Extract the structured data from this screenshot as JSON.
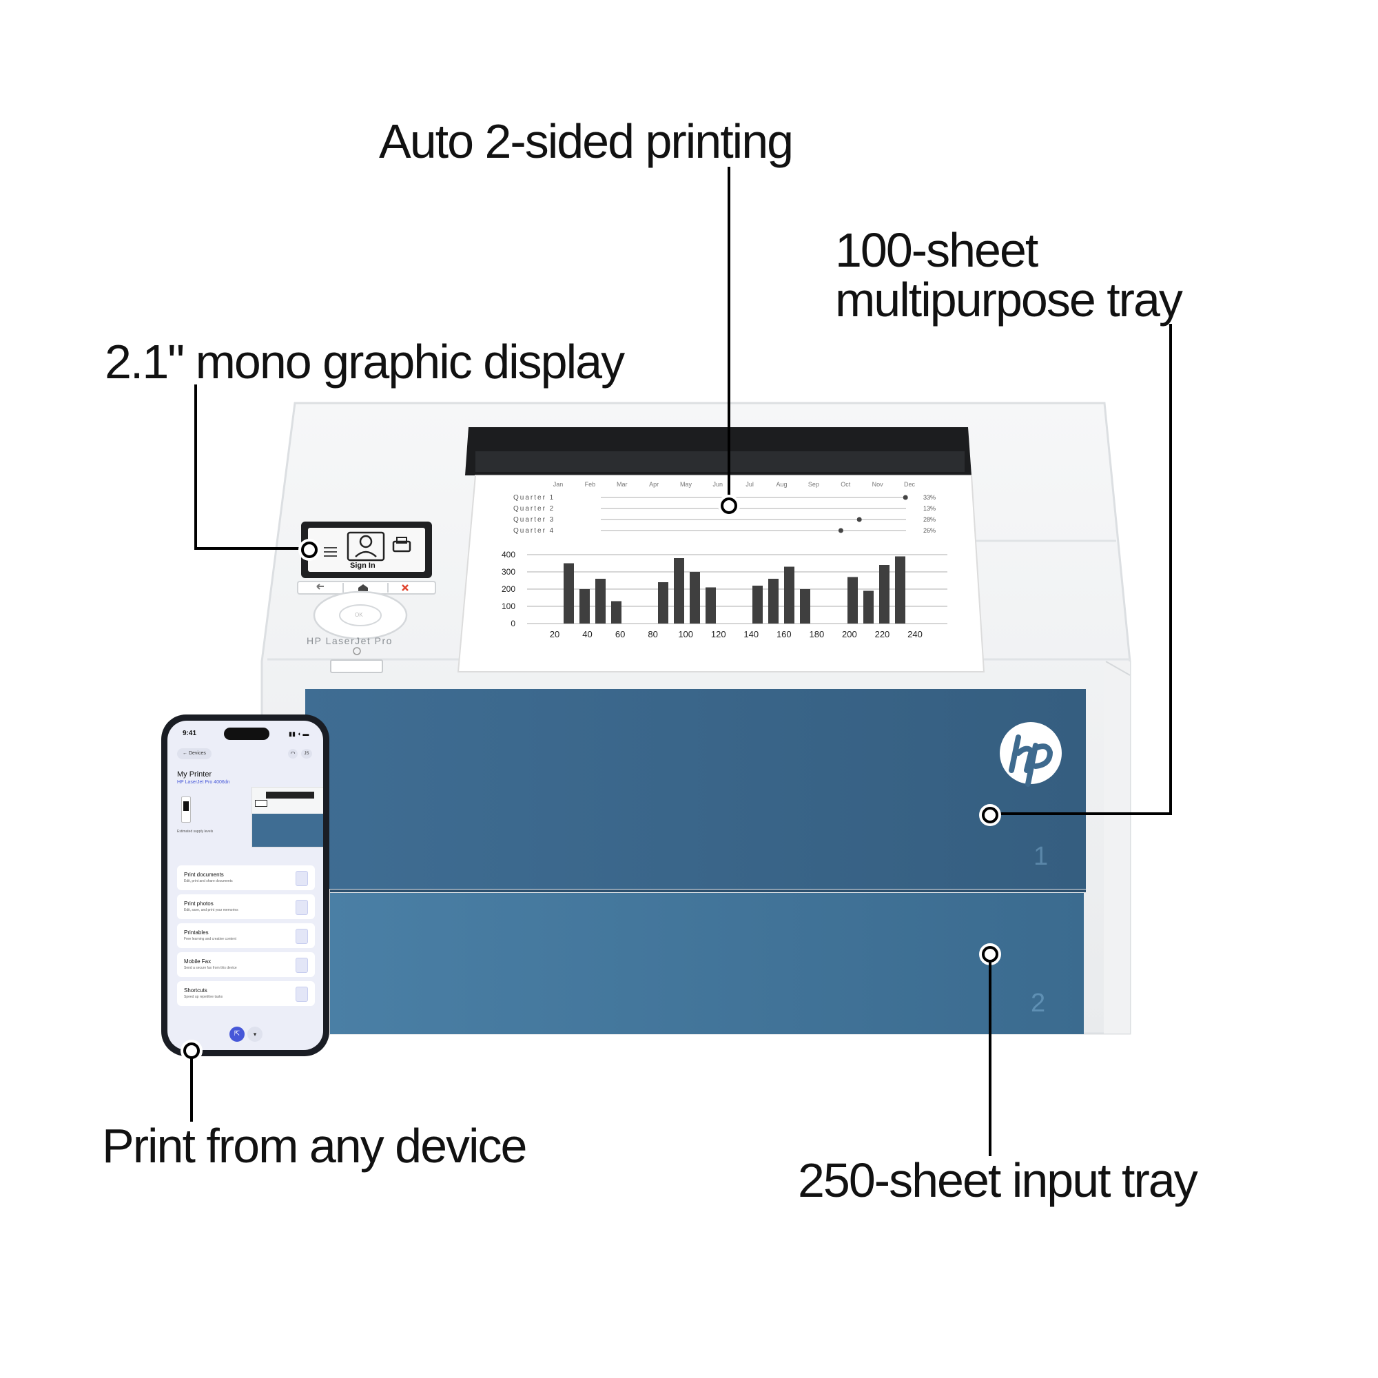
{
  "callouts": {
    "duplex": "Auto 2-sided printing",
    "mp_tray": [
      "100-sheet",
      "multipurpose tray"
    ],
    "display": "2.1\" mono graphic display",
    "any_device": "Print from any device",
    "input_tray": "250-sheet input tray"
  },
  "printer": {
    "model_label": "HP LaserJet Pro",
    "logo": "hp",
    "tray_numbers": [
      "1",
      "2"
    ],
    "display_text": "Sign In",
    "ok_label": "OK"
  },
  "paper_chart": {
    "months": [
      "Jan",
      "Feb",
      "Mar",
      "Apr",
      "May",
      "Jun",
      "Jul",
      "Aug",
      "Sep",
      "Oct",
      "Nov",
      "Dec"
    ],
    "rows": [
      {
        "label": "Quarter 1",
        "pct": "33%",
        "value": 0.33
      },
      {
        "label": "Quarter 2",
        "pct": "13%",
        "value": 0.13
      },
      {
        "label": "Quarter 3",
        "pct": "28%",
        "value": 0.28
      },
      {
        "label": "Quarter 4",
        "pct": "26%",
        "value": 0.26
      }
    ],
    "bar_chart": {
      "type": "bar",
      "y_ticks": [
        "400",
        "300",
        "200",
        "100",
        "0"
      ],
      "x_ticks": [
        "20",
        "40",
        "60",
        "80",
        "100",
        "120",
        "140",
        "160",
        "180",
        "200",
        "220",
        "240"
      ],
      "ylim": [
        0,
        400
      ],
      "values": [
        350,
        200,
        260,
        130,
        240,
        380,
        300,
        210,
        220,
        260,
        330,
        200,
        270,
        190,
        340,
        390
      ]
    }
  },
  "phone": {
    "time": "9:41",
    "back_label": "Devices",
    "avatar": "JS",
    "printer_name": "My Printer",
    "printer_model": "HP LaserJet Pro 4006dn",
    "supply_label": "Estimated supply levels",
    "menu": [
      {
        "title": "Print documents",
        "subtitle": "Edit, print and share documents"
      },
      {
        "title": "Print photos",
        "subtitle": "Edit, save, and print your memories"
      },
      {
        "title": "Printables",
        "subtitle": "Free learning and creative content"
      },
      {
        "title": "Mobile Fax",
        "subtitle": "Send a secure fax from this device"
      },
      {
        "title": "Shortcuts",
        "subtitle": "Speed up repetitive tasks"
      }
    ]
  },
  "colors": {
    "tray_blue_1": "#3e6a8e",
    "tray_blue_2": "#44799e",
    "printer_white": "#f3f4f5",
    "phone_accent": "#4657d8"
  }
}
